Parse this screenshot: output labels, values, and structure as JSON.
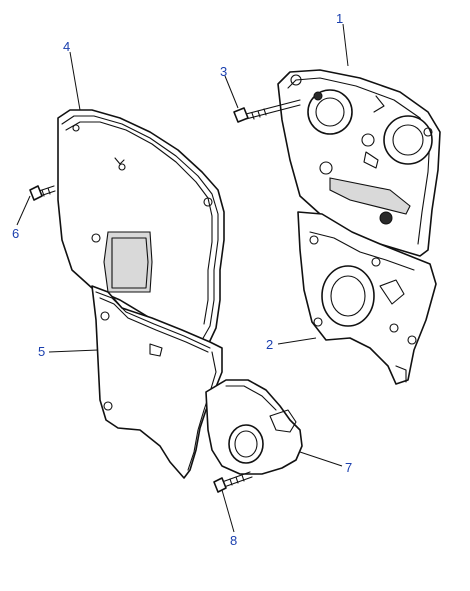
{
  "callouts": {
    "c1": "1",
    "c2": "2",
    "c3": "3",
    "c4": "4",
    "c5": "5",
    "c6": "6",
    "c7": "7",
    "c8": "8"
  },
  "colors": {
    "callout_text": "#1a3fae",
    "line_art": "#111111",
    "background": "#ffffff"
  }
}
